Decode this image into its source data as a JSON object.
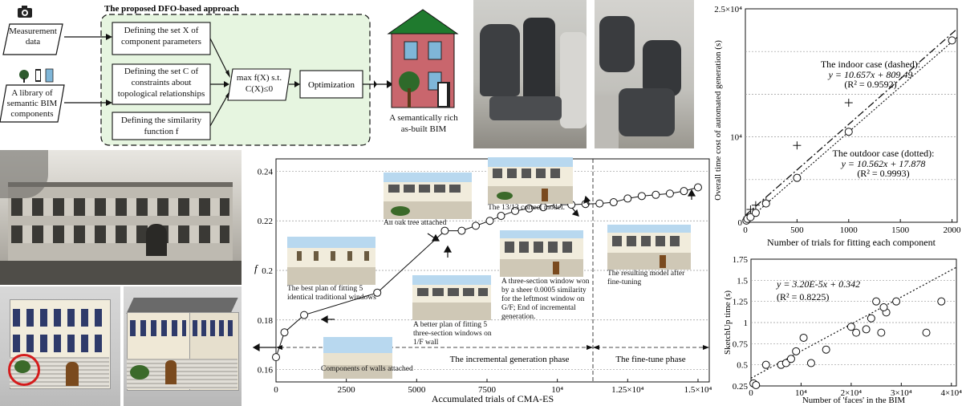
{
  "flowchart": {
    "title": "The proposed DFO-based approach",
    "measurement_data": "Measurement data",
    "library": "A library of semantic BIM components",
    "step_x": "Defining the set X of component parameters",
    "step_c": "Defining the set C of constraints about topological relationships",
    "step_f": "Defining the similarity function f",
    "maxfx": "max f(X) s.t. C(X)≤0",
    "optimization": "Optimization",
    "result": "A semantically rich as-built BIM"
  },
  "progress_chart": {
    "ylabel": "f",
    "xlabel": "Accumulated trials of CMA-ES",
    "phase1": "The incremental generation phase",
    "phase2": "The fine-tune phase",
    "annotations": {
      "walls": "Components of walls attached",
      "five_trad": "The best plan of fitting 5 identical traditional windows",
      "five_three": "A better plan of fitting 5 three-section windows on 1/F wall",
      "oak": "An oak tree attached",
      "sheer": "A three-section window won by a sheer 0.0005 similarity for the leftmost window on G/F; End of incremental generation.",
      "correct": "The 13/13 correct model.",
      "final": "The resulting model after fine-tuning"
    }
  },
  "time_chart": {
    "ylabel": "Overall time cost of automated generation (s)",
    "xlabel": "Number of trials for fitting each component",
    "indoor_title": "The indoor case (dashed):",
    "indoor_eq": "y = 10.657x + 809.49",
    "indoor_r2": "(R² = 0.9592)",
    "outdoor_title": "The outdoor case (dotted):",
    "outdoor_eq": "y = 10.562x + 17.878",
    "outdoor_r2": "(R² = 0.9993)"
  },
  "sketchup_chart": {
    "ylabel": "SketchUp time (s)",
    "xlabel": "Number of 'faces' in the BIM",
    "eq": "y = 3.20E-5x + 0.342",
    "r2": "(R² = 0.8225)"
  },
  "chart_data": [
    {
      "type": "line",
      "ylabel": "f",
      "xlabel": "Accumulated trials of CMA-ES",
      "xlim": [
        0,
        15400
      ],
      "ylim": [
        0.155,
        0.245
      ],
      "x_ticks": [
        "0",
        "2500",
        "5000",
        "7500",
        "10⁴",
        "1.25×10⁴",
        "1.5×10⁴"
      ],
      "y_ticks": [
        "0.16",
        "0.18",
        "0.2",
        "0.22",
        "0.24"
      ],
      "phase_boundary_x": 11000,
      "x": [
        0,
        300,
        1000,
        3600,
        6000,
        6600,
        7100,
        7600,
        8000,
        8500,
        9000,
        9500,
        10000,
        10500,
        11000,
        11500,
        12000,
        12500,
        13000,
        13500,
        14000,
        14500,
        15000
      ],
      "y": [
        0.165,
        0.175,
        0.182,
        0.191,
        0.216,
        0.216,
        0.218,
        0.22,
        0.222,
        0.224,
        0.225,
        0.2255,
        0.2265,
        0.2265,
        0.2268,
        0.227,
        0.2275,
        0.229,
        0.23,
        0.2305,
        0.231,
        0.232,
        0.2335
      ]
    },
    {
      "type": "scatter",
      "xlabel": "Number of trials for fitting each component",
      "ylabel": "Overall time cost of automated generation (s)",
      "xlim": [
        0,
        2050
      ],
      "ylim": [
        0,
        25000
      ],
      "x_ticks": [
        "0",
        "500",
        "1000",
        "1500",
        "2000"
      ],
      "y_ticks": [
        "0",
        "10⁴",
        "2.5×10⁴"
      ],
      "series": [
        {
          "name": "indoor",
          "marker": "plus",
          "x": [
            10,
            20,
            50,
            100,
            200,
            500,
            1000
          ],
          "y": [
            300,
            600,
            1500,
            2000,
            2500,
            9000,
            14000
          ]
        },
        {
          "name": "outdoor",
          "marker": "circle",
          "x": [
            10,
            20,
            50,
            100,
            200,
            500,
            1000,
            2000
          ],
          "y": [
            200,
            400,
            600,
            1100,
            2200,
            5200,
            10600,
            21300
          ]
        }
      ]
    },
    {
      "type": "scatter",
      "xlabel": "Number of 'faces' in the BIM",
      "ylabel": "SketchUp time (s)",
      "xlim": [
        0,
        41000
      ],
      "ylim": [
        0.25,
        1.75
      ],
      "x_ticks": [
        "0",
        "10⁴",
        "2×10⁴",
        "3×10⁴",
        "4×10⁴"
      ],
      "y_ticks": [
        "0.25",
        "0.5",
        "0.75",
        "1",
        "1.25",
        "1.5",
        "1.75"
      ],
      "x": [
        500,
        3000,
        6000,
        7000,
        8000,
        9000,
        10500,
        12000,
        15000,
        20000,
        21000,
        23000,
        24000,
        25000,
        26000,
        27000,
        29000,
        35000,
        38000,
        1000,
        26500
      ],
      "y": [
        0.28,
        0.5,
        0.5,
        0.52,
        0.57,
        0.66,
        0.82,
        0.52,
        0.68,
        0.95,
        0.88,
        0.92,
        1.05,
        1.25,
        0.88,
        1.12,
        1.25,
        0.88,
        1.25,
        0.26,
        1.18
      ]
    }
  ]
}
